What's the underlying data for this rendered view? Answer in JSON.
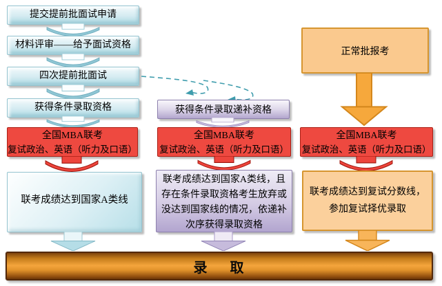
{
  "flow": {
    "left": {
      "steps": [
        "提交提前批面试申请",
        "材料评审——给予面试资格",
        "四次提前批面试",
        "获得条件录取资格"
      ],
      "exam_line1": "全国MBA联考",
      "exam_line2": "复试政治、英语（听力及口语）",
      "result": "联考成绩达到国家A类线"
    },
    "middle": {
      "entry": "获得条件录取递补资格",
      "exam_line1": "全国MBA联考",
      "exam_line2": "复试政治、英语（听力及口语）",
      "result": "联考成绩达到国家A类线，且存在条件录取资格考生放弃或没达到国家线的情况，依递补次序获得录取资格"
    },
    "right": {
      "entry": "正常批报考",
      "exam_line1": "全国MBA联考",
      "exam_line2": "复试政治、英语（听力及口语）",
      "result": "联考成绩达到复试分数线，参加复试择优录取"
    },
    "footer": "录 取",
    "colors": {
      "cyan": "#bfe2ea",
      "red": "#ee4940",
      "lavender": "#b9aed0",
      "orange": "#f6a83c",
      "orange_light": "#fac98e",
      "bar_orange": "#e8921e"
    }
  }
}
